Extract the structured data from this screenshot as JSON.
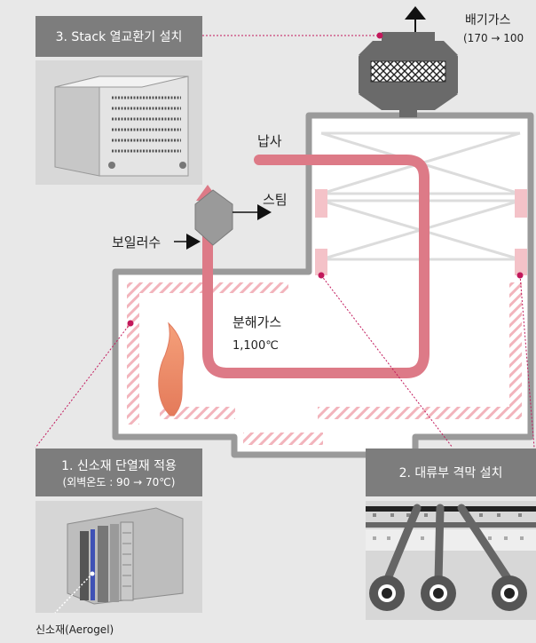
{
  "callouts": {
    "stack": {
      "title": "3. Stack 열교환기 설치"
    },
    "insulation": {
      "title": "1. 신소재 단열재 적용",
      "subtitle": "(외벽온도 : 90 → 70℃)"
    },
    "convection": {
      "title": "2. 대류부 격막 설치"
    }
  },
  "labels": {
    "exhaust": "배기가스",
    "exhaust_temp": "(170 → 100",
    "naphtha": "납사",
    "steam": "스팀",
    "boiler_water": "보일러수",
    "cracked_gas": "분해가스",
    "cracked_temp": "1,100℃",
    "aerogel": "신소재(Aerogel)"
  },
  "colors": {
    "background": "#e8e8e8",
    "furnace_wall": "#9a9a9a",
    "pipe": "#dd7a87",
    "callout_box": "#7d7d7d",
    "leader_dot": "#c2185b",
    "hatch": "#f2b4bc"
  }
}
